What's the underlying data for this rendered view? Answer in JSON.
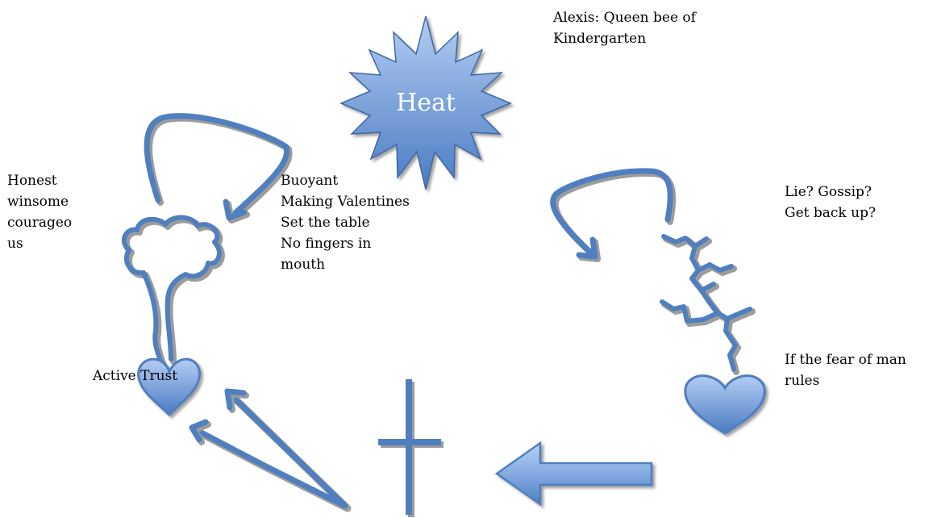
{
  "colors": {
    "stroke": "#4f7fbf",
    "shadow": "#9c9c9c",
    "fill_top": "#b3cdf3",
    "fill_bottom": "#4a7bc2",
    "star_edge": "#3a67a8"
  },
  "heat": {
    "label": "Heat"
  },
  "alexis": {
    "lines": [
      "Alexis: Queen bee of",
      "Kindergarten"
    ]
  },
  "honest": {
    "lines": [
      "Honest",
      "winsome",
      "courageo",
      "us"
    ]
  },
  "buoyant": {
    "lines": [
      "Buoyant",
      "Making Valentines",
      "Set the table",
      "No fingers in",
      "mouth"
    ]
  },
  "lie": {
    "lines": [
      "Lie? Gossip?",
      "Get back up?"
    ]
  },
  "fear": {
    "lines": [
      "If the fear of man",
      "rules"
    ]
  },
  "active_trust": {
    "label": "Active Trust"
  }
}
